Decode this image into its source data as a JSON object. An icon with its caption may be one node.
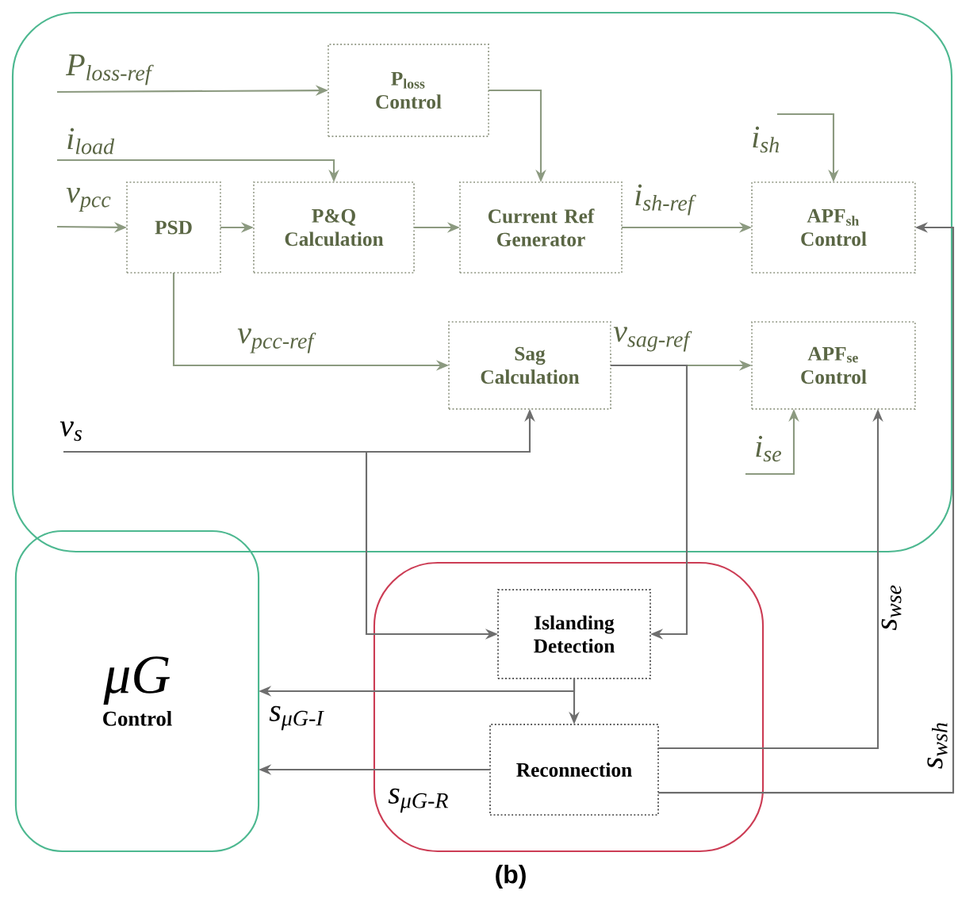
{
  "diagram": {
    "nodes": [
      {
        "text": [],
        "shape": "box"
      },
      {
        "text": [
          "P$_{loss}$ Control"
        ],
        "in": 0
      },
      {
        "text": [
          "PSD"
        ],
        "in": 0
      },
      {
        "text": [
          "P&Q Calculation"
        ],
        "in": 0
      },
      {
        "text": [
          "Current Ref Generator"
        ],
        "in": 0
      },
      {
        "text": [
          "APF$_{sh}$ Control"
        ],
        "in": 0
      },
      {
        "text": [
          "Sag Calculation"
        ],
        "in": 0
      },
      {
        "text": [
          "APF$_{se}$ Control"
        ],
        "in": 0
      },
      {
        "text": [
          "μG",
          "Control"
        ]
      },
      {
        "text": [],
        "shape": "box"
      },
      {
        "text": [
          "Islanding Detection"
        ],
        "in": 9
      },
      {
        "text": [
          "Reconnection"
        ],
        "in": 9
      }
    ],
    "edges": [
      {
        "from": null,
        "to": 1,
        "arrow": "to",
        "label": "P$_{loss-ref}$"
      },
      {
        "from": null,
        "to": 3,
        "arrow": "to",
        "label": "i$_{load}$"
      },
      {
        "from": null,
        "to": 2,
        "arrow": "to",
        "label": "v$_{pcc}$"
      },
      {
        "from": 2,
        "to": 3,
        "arrow": "to"
      },
      {
        "from": 3,
        "to": 4,
        "arrow": "to"
      },
      {
        "from": 1,
        "to": 4,
        "arrow": "to"
      },
      {
        "from": 4,
        "to": 5,
        "arrow": "to",
        "label": "i$_{sh-ref}$"
      },
      {
        "from": null,
        "to": 5,
        "arrow": "to",
        "label": "i$_{sh}$"
      },
      {
        "from": 2,
        "to": 6,
        "arrow": "to",
        "label": "v$_{pcc-ref}$"
      },
      {
        "from": null,
        "to": 6,
        "arrow": "to",
        "label": "v$_{s}$",
        "color": "#6e6e6e"
      },
      {
        "from": null,
        "to": 10,
        "arrow": "to",
        "color": "#6e6e6e"
      },
      {
        "from": 6,
        "to": 7,
        "arrow": "to",
        "label": "v$_{sag-ref}$"
      },
      {
        "from": 6,
        "to": 10,
        "arrow": "to",
        "color": "#6e6e6e"
      },
      {
        "from": null,
        "to": 7,
        "arrow": "to",
        "label": "i$_{se}$"
      },
      {
        "from": 11,
        "to": 7,
        "arrow": "to",
        "label": "s$_{wse}$",
        "color": "#6e6e6e"
      },
      {
        "from": 11,
        "to": 5,
        "arrow": "to",
        "label": "s$_{wsh}$",
        "color": "#6e6e6e"
      },
      {
        "from": 10,
        "to": 8,
        "arrow": "to",
        "label": "s$_{μG-I}$",
        "color": "#6e6e6e"
      },
      {
        "from": 10,
        "to": 11,
        "arrow": "to",
        "color": "#6e6e6e"
      },
      {
        "from": 11,
        "to": 8,
        "arrow": "to",
        "label": "s$_{μG-R}$",
        "color": "#6e6e6e"
      }
    ],
    "labels": [
      "(b)"
    ]
  }
}
